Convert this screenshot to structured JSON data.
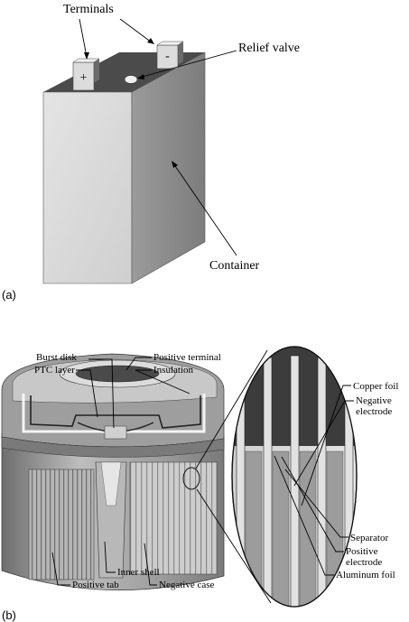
{
  "figure_a": {
    "panel_label": "(a)",
    "terminals_label": "Terminals",
    "plus_symbol": "+",
    "minus_symbol": "-",
    "relief_valve_label": "Relief valve",
    "container_label": "Container"
  },
  "figure_b": {
    "panel_label": "(b)",
    "labels": {
      "burst_disk": "Burst disk",
      "ptc_layer": "PTC layer",
      "positive_terminal": "Positive terminal",
      "insulation": "Insulation",
      "inner_shell": "Inner shell",
      "positive_tab": "Positive tab",
      "negative_case": "Negative case",
      "copper_foil": "Copper foil",
      "negative_electrode_1": "Negative",
      "negative_electrode_2": "electrode",
      "separator": "Separator",
      "positive_electrode_1": "Positive",
      "positive_electrode_2": "electrode",
      "aluminum_foil": "Aluminum foil"
    }
  },
  "colors": {
    "box_front": "#d8d8d8",
    "box_side": "#8a8a8a",
    "box_top": "#4a4a4a",
    "cell_light": "#d0d0d0",
    "cell_mid": "#9a9a9a",
    "cell_dark": "#3a3a3a"
  }
}
